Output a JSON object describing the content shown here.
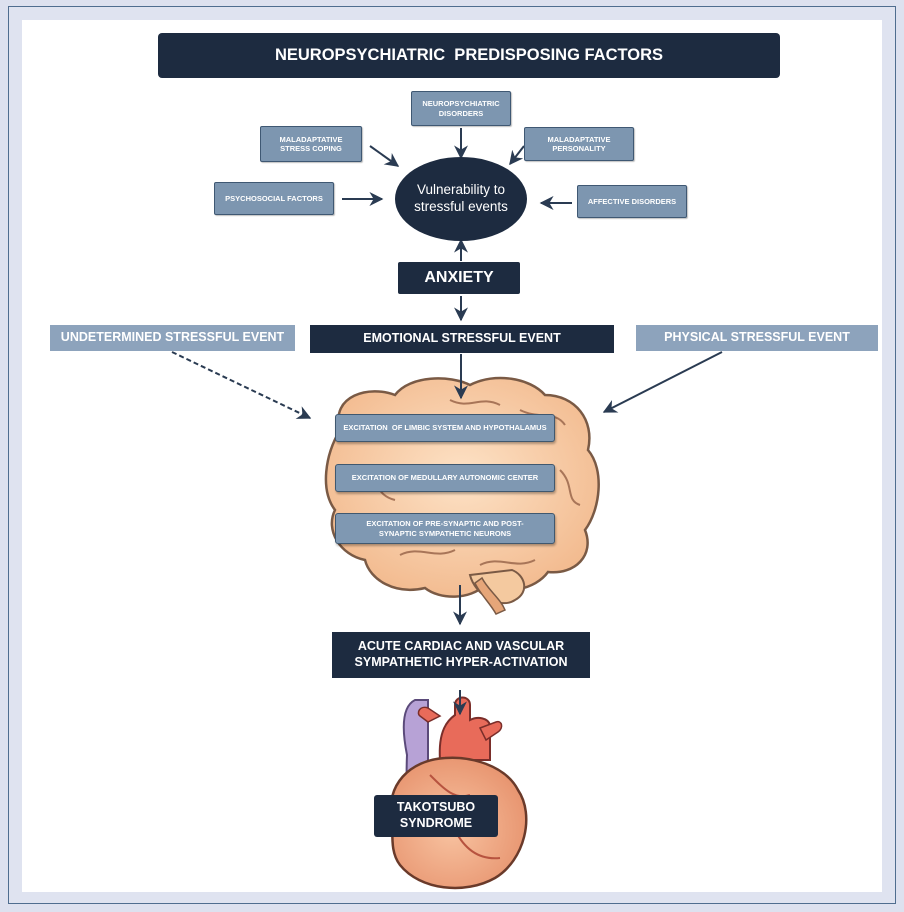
{
  "header": {
    "title": "NEUROPSYCHIATRIC  PREDISPOSING FACTORS"
  },
  "factors": {
    "neuropsychiatric_disorders": "NEUROPSYCHIATRIC DISORDERS",
    "maladaptative_stress_coping": "MALADAPTATIVE STRESS COPING",
    "maladaptative_personality": "MALADAPTATIVE PERSONALITY",
    "psychosocial_factors": "PSYCHOSOCIAL FACTORS",
    "affective_disorders": "AFFECTIVE DISORDERS"
  },
  "vulnerability": "Vulnerability to stressful events",
  "anxiety": "ANXIETY",
  "events": {
    "undetermined": "UNDETERMINED STRESSFUL EVENT",
    "emotional": "EMOTIONAL STRESSFUL EVENT",
    "physical": "PHYSICAL STRESSFUL EVENT"
  },
  "brain_steps": {
    "limbic": "EXCITATION  OF LIMBIC SYSTEM AND HYPOTHALAMUS",
    "medullary": "EXCITATION OF MEDULLARY AUTONOMIC CENTER",
    "synaptic": "EXCITATION OF PRE-SYNAPTIC AND POST-SYNAPTIC SYMPATHETIC NEURONS"
  },
  "activation": "ACUTE CARDIAC AND VASCULAR SYMPATHETIC  HYPER-ACTIVATION",
  "outcome": "TAKOTSUBO SYNDROME",
  "colors": {
    "dark_box": "#1d2b40",
    "steel_box": "#7d96b0",
    "side_box": "#8da3bc",
    "frame_border": "#4f6d8f",
    "arrow": "#2a3b52"
  }
}
